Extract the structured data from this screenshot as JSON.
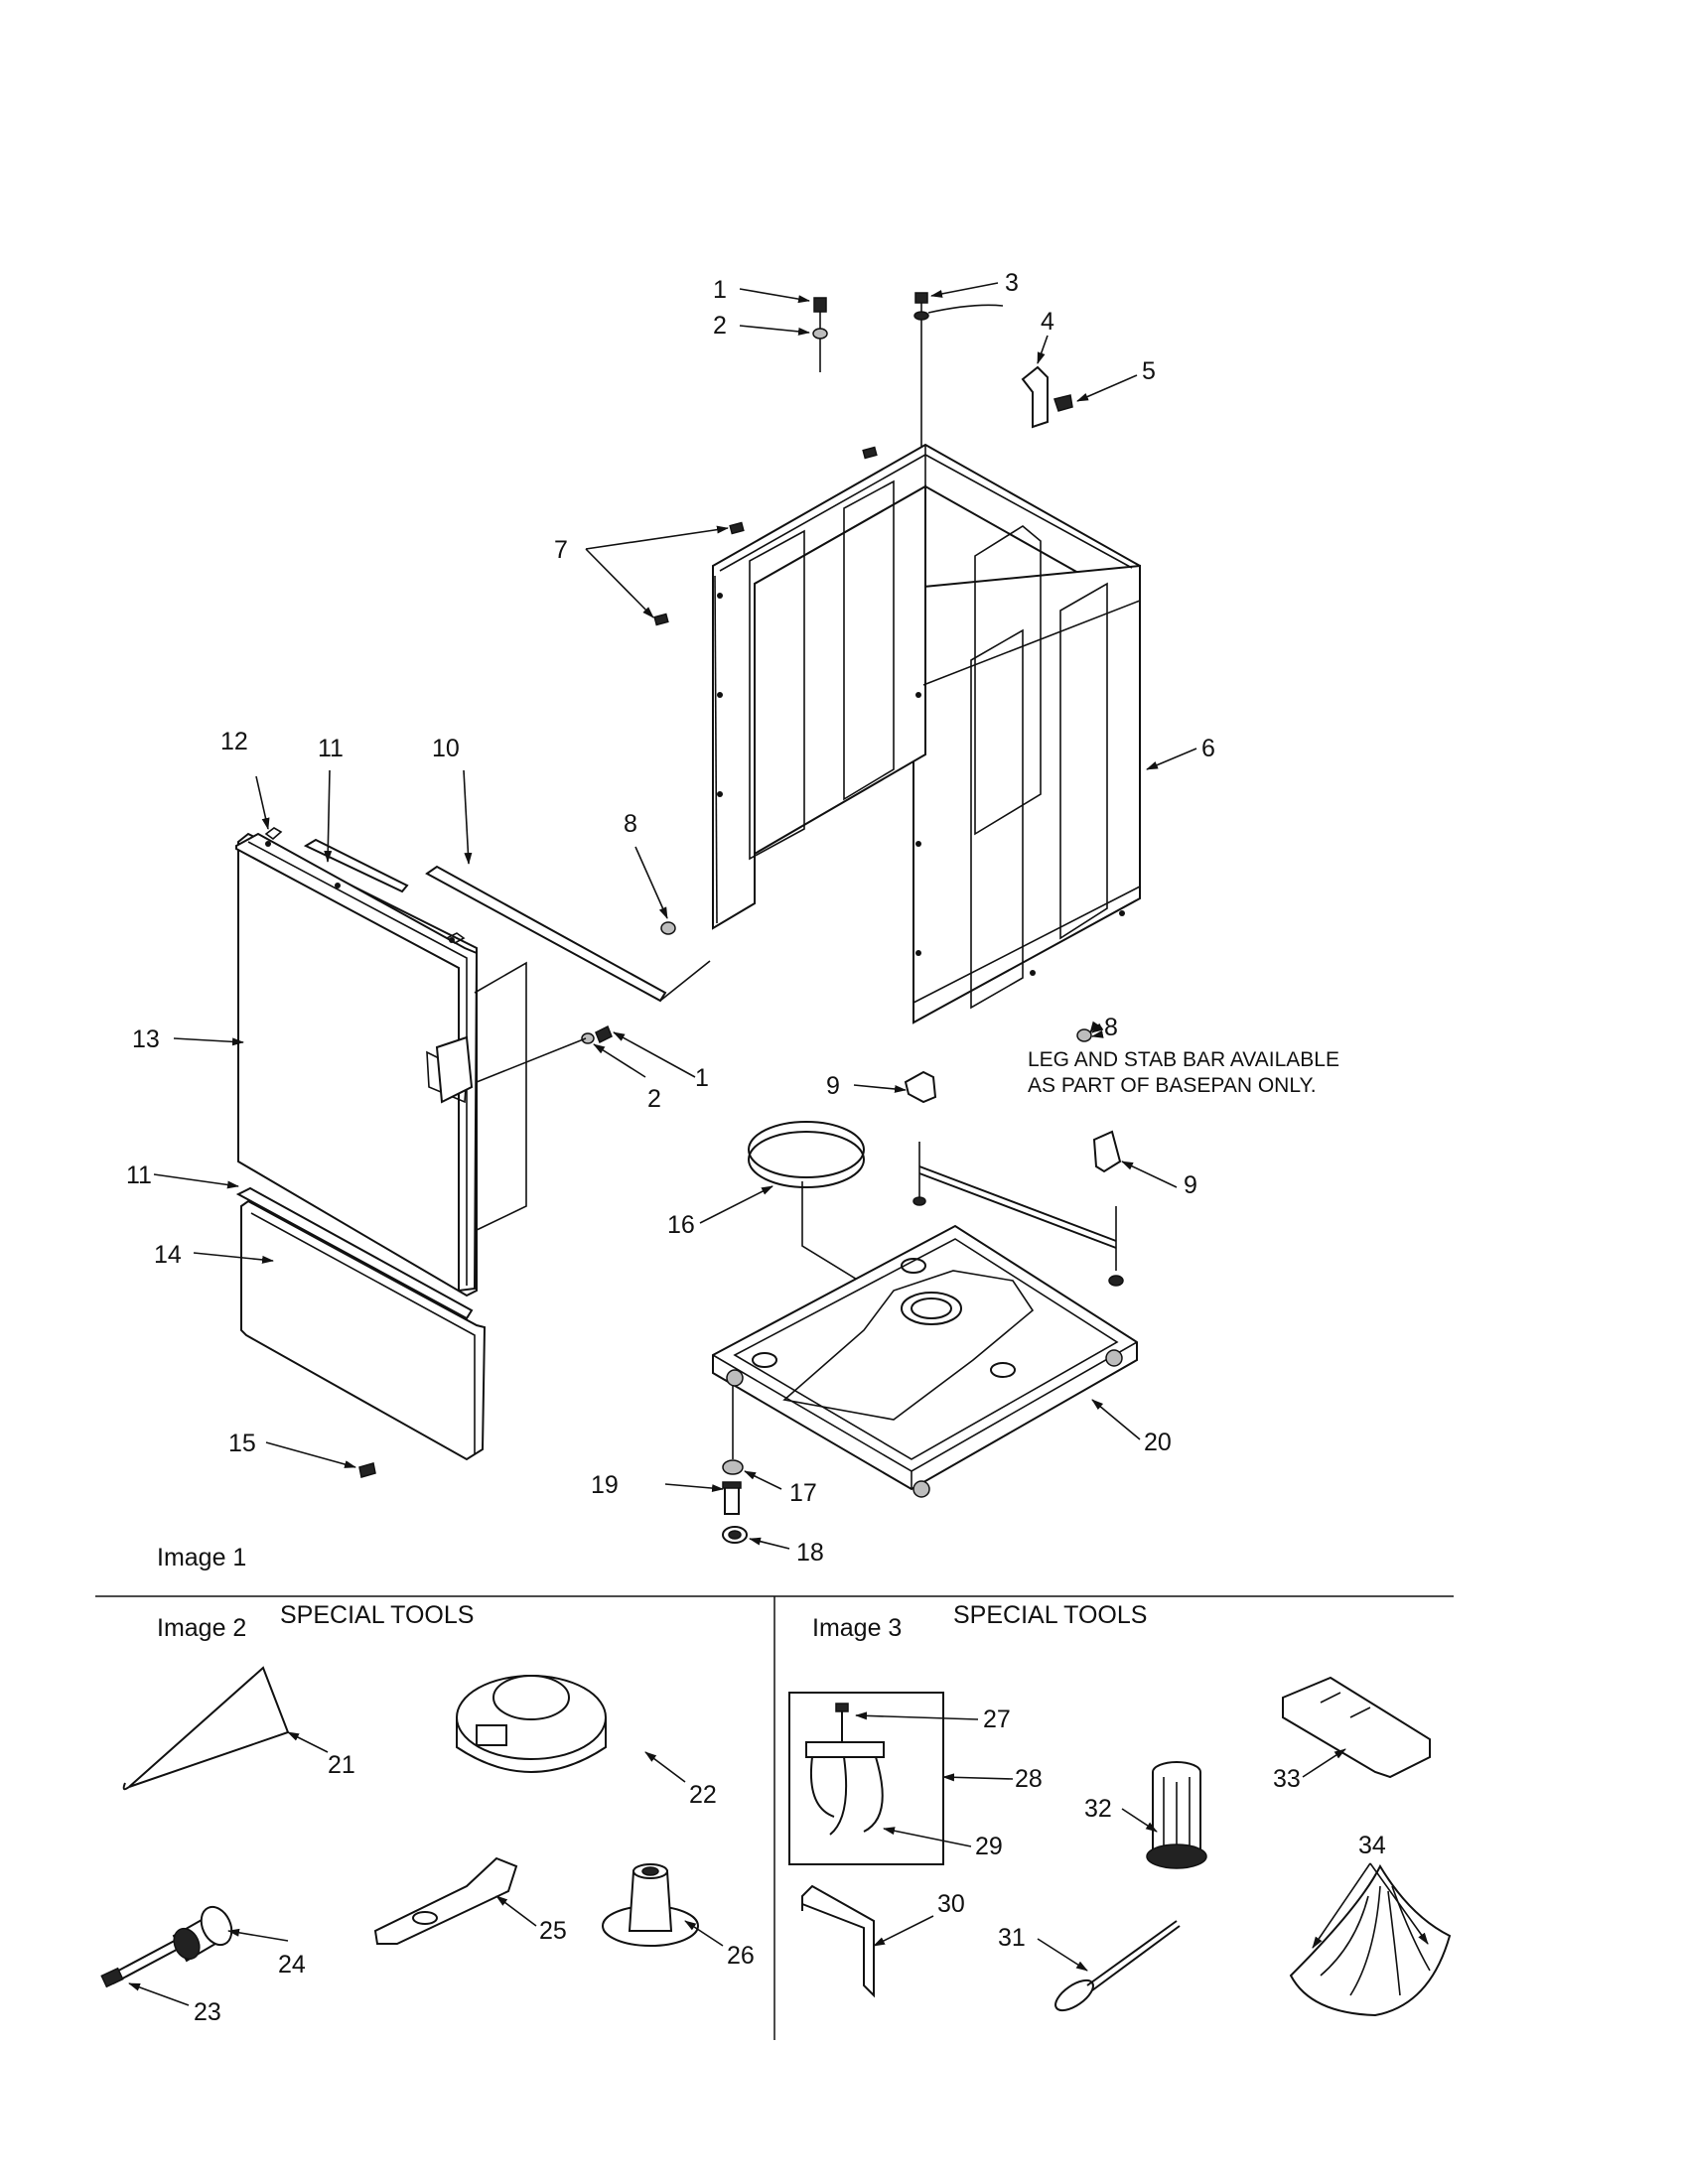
{
  "callouts": {
    "c1": "1",
    "c2": "2",
    "c3": "3",
    "c4": "4",
    "c5": "5",
    "c6": "6",
    "c7": "7",
    "c8": "8",
    "c9": "9",
    "c10": "10",
    "c11": "11",
    "c12": "12",
    "c13": "13",
    "c14": "14",
    "c15": "15",
    "c16": "16",
    "c17": "17",
    "c18": "18",
    "c19": "19",
    "c20": "20",
    "c21": "21",
    "c22": "22",
    "c23": "23",
    "c24": "24",
    "c25": "25",
    "c26": "26",
    "c27": "27",
    "c28": "28",
    "c29": "29",
    "c30": "30",
    "c31": "31",
    "c32": "32",
    "c33": "33",
    "c34": "34"
  },
  "note": {
    "line1": "LEG AND STAB BAR AVAILABLE",
    "line2": "AS PART OF BASEPAN ONLY."
  },
  "sections": {
    "image1": "Image 1",
    "image2": "Image 2",
    "image3": "Image 3",
    "tools2": "SPECIAL  TOOLS",
    "tools3": "SPECIAL  TOOLS"
  }
}
